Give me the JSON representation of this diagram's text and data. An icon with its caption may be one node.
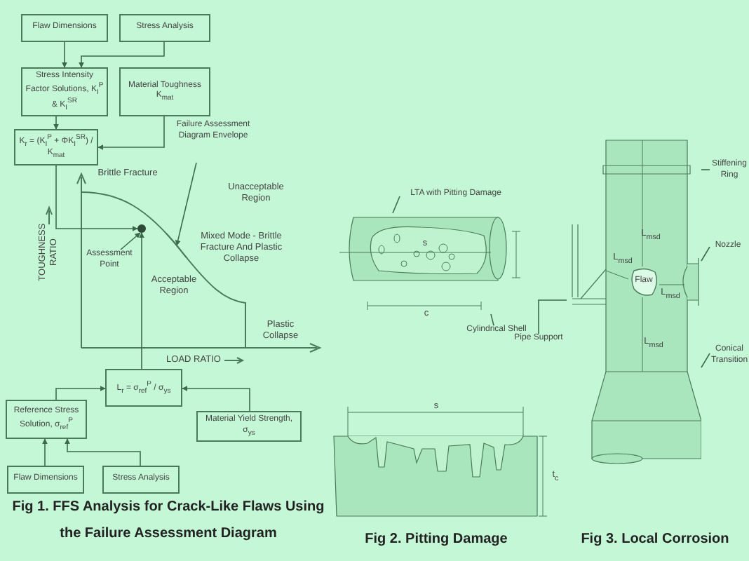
{
  "diagram": {
    "nodes": [
      {
        "text": [
          "Flaw Dimensions"
        ]
      },
      {
        "text": [
          "Stress Analysis"
        ]
      },
      {
        "text": [
          "Stress Intensity Factor Solutions, K$_{I}$$^{P}$ & K$_{I}$$^{SR}$"
        ]
      },
      {
        "text": [
          "Material Toughness",
          "K$_{mat}$"
        ]
      },
      {
        "text": [
          "K$_{r}$ = (K$_{I}$$^{P}$ + ΦK$_{I}$$^{SR}$) / K$_{mat}$"
        ]
      },
      {
        "text": [
          "L$_{r}$ = σ$_{ref}$$^{P}$ / σ$_{ys}$"
        ]
      },
      {
        "text": [
          "Reference Stress Solution, σ$_{ref}$$^{P}$"
        ]
      },
      {
        "text": [
          "Material Yield Strength, σ$_{ys}$"
        ]
      },
      {
        "text": [
          "Flaw Dimensions"
        ]
      },
      {
        "text": [
          "Stress Analysis"
        ]
      },
      {
        "text": [],
        "shape": "circle"
      },
      {
        "text": [
          "Failure Assessment Diagram Envelope"
        ]
      },
      {
        "text": [
          "Assessment Point"
        ]
      },
      {
        "text": [
          "LTA with Pitting Damage"
        ]
      },
      {
        "text": [
          "Cylindrical Shell"
        ]
      },
      {
        "text": [
          "Stiffening Ring"
        ]
      },
      {
        "text": [
          "Nozzle"
        ]
      },
      {
        "text": [
          "Pipe Support"
        ]
      },
      {
        "text": [
          "Conical Transition"
        ]
      },
      {
        "text": [
          "Flaw"
        ],
        "in": 20
      },
      {
        "text": [],
        "shape": "cylinder"
      },
      {
        "text": [],
        "shape": "cylinder"
      },
      {
        "text": [],
        "shape": "curve"
      }
    ],
    "edges": [
      {
        "from": 0,
        "to": 2,
        "arrow": "to"
      },
      {
        "from": 1,
        "to": 2,
        "arrow": "to"
      },
      {
        "from": 2,
        "to": 4,
        "arrow": "to"
      },
      {
        "from": 3,
        "to": 4,
        "arrow": "to"
      },
      {
        "from": 4,
        "to": 10,
        "arrow": "to"
      },
      {
        "from": 5,
        "to": 10,
        "arrow": "to"
      },
      {
        "from": 6,
        "to": 5,
        "arrow": "to"
      },
      {
        "from": 7,
        "to": 5,
        "arrow": "to"
      },
      {
        "from": 8,
        "to": 6,
        "arrow": "to"
      },
      {
        "from": 9,
        "to": 6,
        "arrow": "to"
      },
      {
        "from": 11,
        "to": 22,
        "arrow": "to"
      },
      {
        "from": 12,
        "to": 10,
        "arrow": "to"
      },
      {
        "from": 13,
        "to": 21,
        "arrow": "none"
      },
      {
        "from": 14,
        "to": 21,
        "arrow": "none"
      },
      {
        "from": 15,
        "to": 20,
        "arrow": "none"
      },
      {
        "from": 16,
        "to": 20,
        "arrow": "none"
      },
      {
        "from": 17,
        "to": 20,
        "arrow": "none"
      },
      {
        "from": 18,
        "to": 20,
        "arrow": "none"
      }
    ],
    "labels": [
      "Brittle Fracture",
      "Unacceptable Region",
      "Mixed Mode - Brittle Fracture And Plastic Collapse",
      "Acceptable Region",
      "TOUGHNESS RATIO",
      "Plastic Collapse",
      "LOAD RATIO",
      "s",
      "c",
      "L$_{msd}$",
      "L$_{msd}$",
      "L$_{msd}$",
      "L$_{msd}$",
      "s",
      "t$_{c}$",
      "Fig 1. FFS Analysis for Crack-Like Flaws Using the Failure Assessment Diagram",
      "Fig 2. Pitting Damage",
      "Fig 3. Local Corrosion"
    ]
  }
}
